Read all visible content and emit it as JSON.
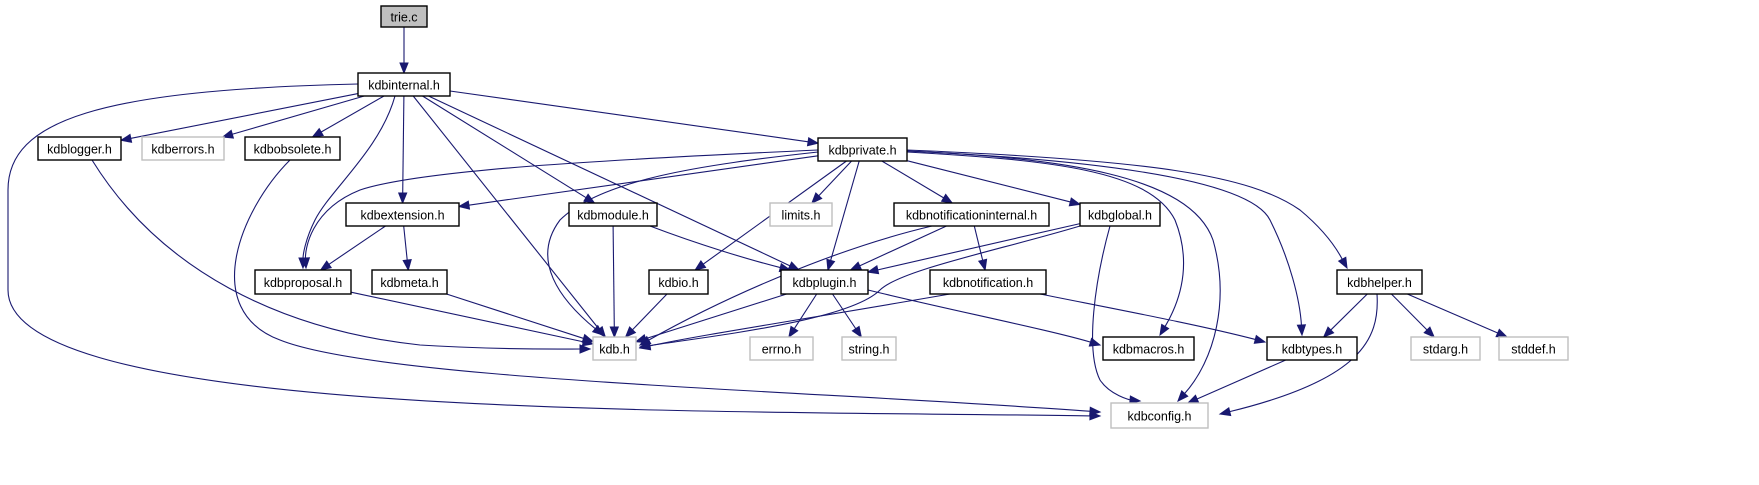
{
  "diagram": {
    "title": "trie.c include dependency graph",
    "colors": {
      "edge": "#191970",
      "root_fill": "#bfbfbf",
      "documented_border": "#000000",
      "external_border": "#bfbfbf"
    },
    "nodes": [
      {
        "id": "trie_c",
        "label": "trie.c",
        "kind": "root"
      },
      {
        "id": "kdbinternal_h",
        "label": "kdbinternal.h",
        "kind": "documented"
      },
      {
        "id": "kdblogger_h",
        "label": "kdblogger.h",
        "kind": "documented"
      },
      {
        "id": "kdberrors_h",
        "label": "kdberrors.h",
        "kind": "external"
      },
      {
        "id": "kdbobsolete_h",
        "label": "kdbobsolete.h",
        "kind": "documented"
      },
      {
        "id": "kdbprivate_h",
        "label": "kdbprivate.h",
        "kind": "documented"
      },
      {
        "id": "kdbextension_h",
        "label": "kdbextension.h",
        "kind": "documented"
      },
      {
        "id": "kdbmodule_h",
        "label": "kdbmodule.h",
        "kind": "documented"
      },
      {
        "id": "limits_h",
        "label": "limits.h",
        "kind": "external"
      },
      {
        "id": "kdbnotificationinternal_h",
        "label": "kdbnotificationinternal.h",
        "kind": "documented"
      },
      {
        "id": "kdbglobal_h",
        "label": "kdbglobal.h",
        "kind": "documented"
      },
      {
        "id": "kdbproposal_h",
        "label": "kdbproposal.h",
        "kind": "documented"
      },
      {
        "id": "kdbmeta_h",
        "label": "kdbmeta.h",
        "kind": "documented"
      },
      {
        "id": "kdbio_h",
        "label": "kdbio.h",
        "kind": "documented"
      },
      {
        "id": "kdbplugin_h",
        "label": "kdbplugin.h",
        "kind": "documented"
      },
      {
        "id": "kdbnotification_h",
        "label": "kdbnotification.h",
        "kind": "documented"
      },
      {
        "id": "kdbhelper_h",
        "label": "kdbhelper.h",
        "kind": "documented"
      },
      {
        "id": "kdb_h",
        "label": "kdb.h",
        "kind": "external"
      },
      {
        "id": "errno_h",
        "label": "errno.h",
        "kind": "external"
      },
      {
        "id": "string_h",
        "label": "string.h",
        "kind": "external"
      },
      {
        "id": "kdbmacros_h",
        "label": "kdbmacros.h",
        "kind": "documented"
      },
      {
        "id": "kdbtypes_h",
        "label": "kdbtypes.h",
        "kind": "documented"
      },
      {
        "id": "stdarg_h",
        "label": "stdarg.h",
        "kind": "external"
      },
      {
        "id": "stddef_h",
        "label": "stddef.h",
        "kind": "external"
      },
      {
        "id": "kdbconfig_h",
        "label": "kdbconfig.h",
        "kind": "external"
      }
    ],
    "edges": [
      {
        "from": "trie_c",
        "to": "kdbinternal_h"
      },
      {
        "from": "kdbinternal_h",
        "to": "kdbconfig_h"
      },
      {
        "from": "kdbinternal_h",
        "to": "kdblogger_h"
      },
      {
        "from": "kdbinternal_h",
        "to": "kdberrors_h"
      },
      {
        "from": "kdbinternal_h",
        "to": "kdbobsolete_h"
      },
      {
        "from": "kdbinternal_h",
        "to": "kdbproposal_h"
      },
      {
        "from": "kdbinternal_h",
        "to": "kdbextension_h"
      },
      {
        "from": "kdbinternal_h",
        "to": "kdb_h"
      },
      {
        "from": "kdbinternal_h",
        "to": "kdbmodule_h"
      },
      {
        "from": "kdbinternal_h",
        "to": "kdbplugin_h"
      },
      {
        "from": "kdbinternal_h",
        "to": "kdbprivate_h"
      },
      {
        "from": "kdblogger_h",
        "to": "kdb_h"
      },
      {
        "from": "kdbobsolete_h",
        "to": "kdbconfig_h"
      },
      {
        "from": "kdbprivate_h",
        "to": "kdbproposal_h"
      },
      {
        "from": "kdbprivate_h",
        "to": "kdbextension_h"
      },
      {
        "from": "kdbprivate_h",
        "to": "kdb_h"
      },
      {
        "from": "kdbprivate_h",
        "to": "kdbio_h"
      },
      {
        "from": "kdbprivate_h",
        "to": "limits_h"
      },
      {
        "from": "kdbprivate_h",
        "to": "kdbplugin_h"
      },
      {
        "from": "kdbprivate_h",
        "to": "kdbnotificationinternal_h"
      },
      {
        "from": "kdbprivate_h",
        "to": "kdbglobal_h"
      },
      {
        "from": "kdbprivate_h",
        "to": "kdbmacros_h"
      },
      {
        "from": "kdbprivate_h",
        "to": "kdbconfig_h"
      },
      {
        "from": "kdbprivate_h",
        "to": "kdbtypes_h"
      },
      {
        "from": "kdbprivate_h",
        "to": "kdbhelper_h"
      },
      {
        "from": "kdbextension_h",
        "to": "kdbproposal_h"
      },
      {
        "from": "kdbextension_h",
        "to": "kdbmeta_h"
      },
      {
        "from": "kdbmodule_h",
        "to": "kdb_h"
      },
      {
        "from": "kdbmodule_h",
        "to": "kdbplugin_h"
      },
      {
        "from": "kdbnotificationinternal_h",
        "to": "kdb_h"
      },
      {
        "from": "kdbnotificationinternal_h",
        "to": "kdbplugin_h"
      },
      {
        "from": "kdbnotificationinternal_h",
        "to": "kdbnotification_h"
      },
      {
        "from": "kdbglobal_h",
        "to": "kdbplugin_h"
      },
      {
        "from": "kdbglobal_h",
        "to": "kdb_h"
      },
      {
        "from": "kdbglobal_h",
        "to": "kdbconfig_h"
      },
      {
        "from": "kdbproposal_h",
        "to": "kdb_h"
      },
      {
        "from": "kdbmeta_h",
        "to": "kdb_h"
      },
      {
        "from": "kdbio_h",
        "to": "kdb_h"
      },
      {
        "from": "kdbplugin_h",
        "to": "kdb_h"
      },
      {
        "from": "kdbplugin_h",
        "to": "errno_h"
      },
      {
        "from": "kdbplugin_h",
        "to": "string_h"
      },
      {
        "from": "kdbplugin_h",
        "to": "kdbmacros_h"
      },
      {
        "from": "kdbnotification_h",
        "to": "kdb_h"
      },
      {
        "from": "kdbnotification_h",
        "to": "kdbtypes_h"
      },
      {
        "from": "kdbhelper_h",
        "to": "kdbtypes_h"
      },
      {
        "from": "kdbhelper_h",
        "to": "kdbconfig_h"
      },
      {
        "from": "kdbhelper_h",
        "to": "stdarg_h"
      },
      {
        "from": "kdbhelper_h",
        "to": "stddef_h"
      },
      {
        "from": "kdbtypes_h",
        "to": "kdbconfig_h"
      }
    ]
  }
}
